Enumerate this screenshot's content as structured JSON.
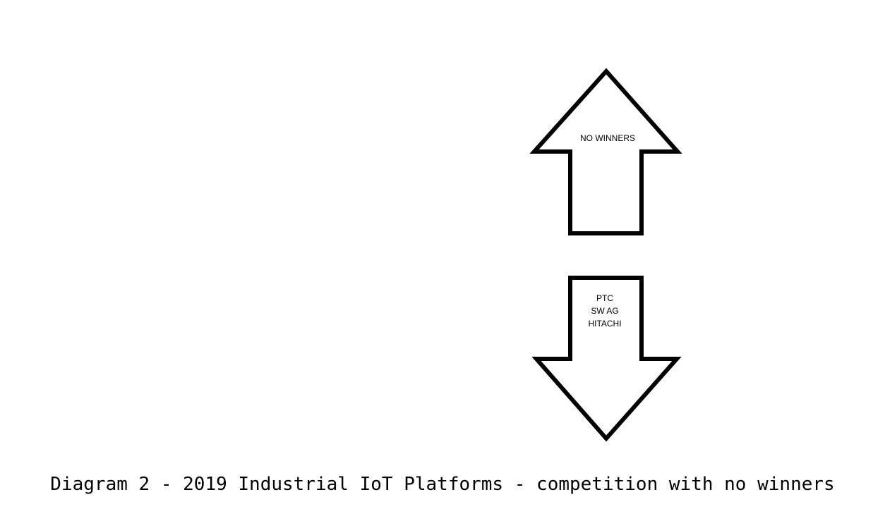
{
  "diagram": {
    "up_arrow": {
      "label": "NO WINNERS"
    },
    "down_arrow": {
      "lines": [
        "PTC",
        "SW AG",
        "HITACHI"
      ]
    },
    "caption": "Diagram 2 - 2019 Industrial IoT Platforms - competition with no winners"
  },
  "colors": {
    "stroke": "#000000",
    "background": "#ffffff"
  }
}
